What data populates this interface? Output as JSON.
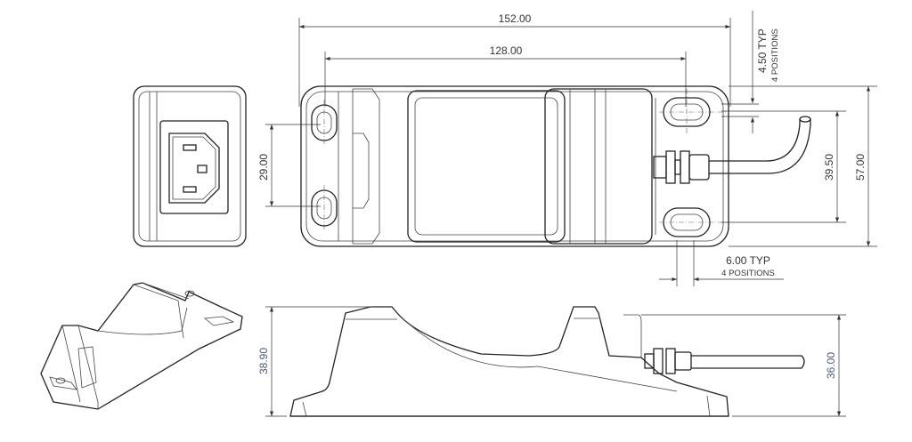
{
  "dimensions": {
    "overall_length": "152.00",
    "hole_spacing_length": "128.00",
    "slot_width_typ": "4.50 TYP",
    "slot_width_note": "4 POSITIONS",
    "hole_spacing_width": "39.50",
    "overall_width": "57.00",
    "end_slot_spacing": "29.00",
    "slot_length_typ": "6.00 TYP",
    "slot_length_note": "4 POSITIONS",
    "overall_height": "38.90",
    "rear_height": "36.00"
  },
  "colors": {
    "line": "#222222",
    "dim_text_blue": "#4a5a78"
  }
}
